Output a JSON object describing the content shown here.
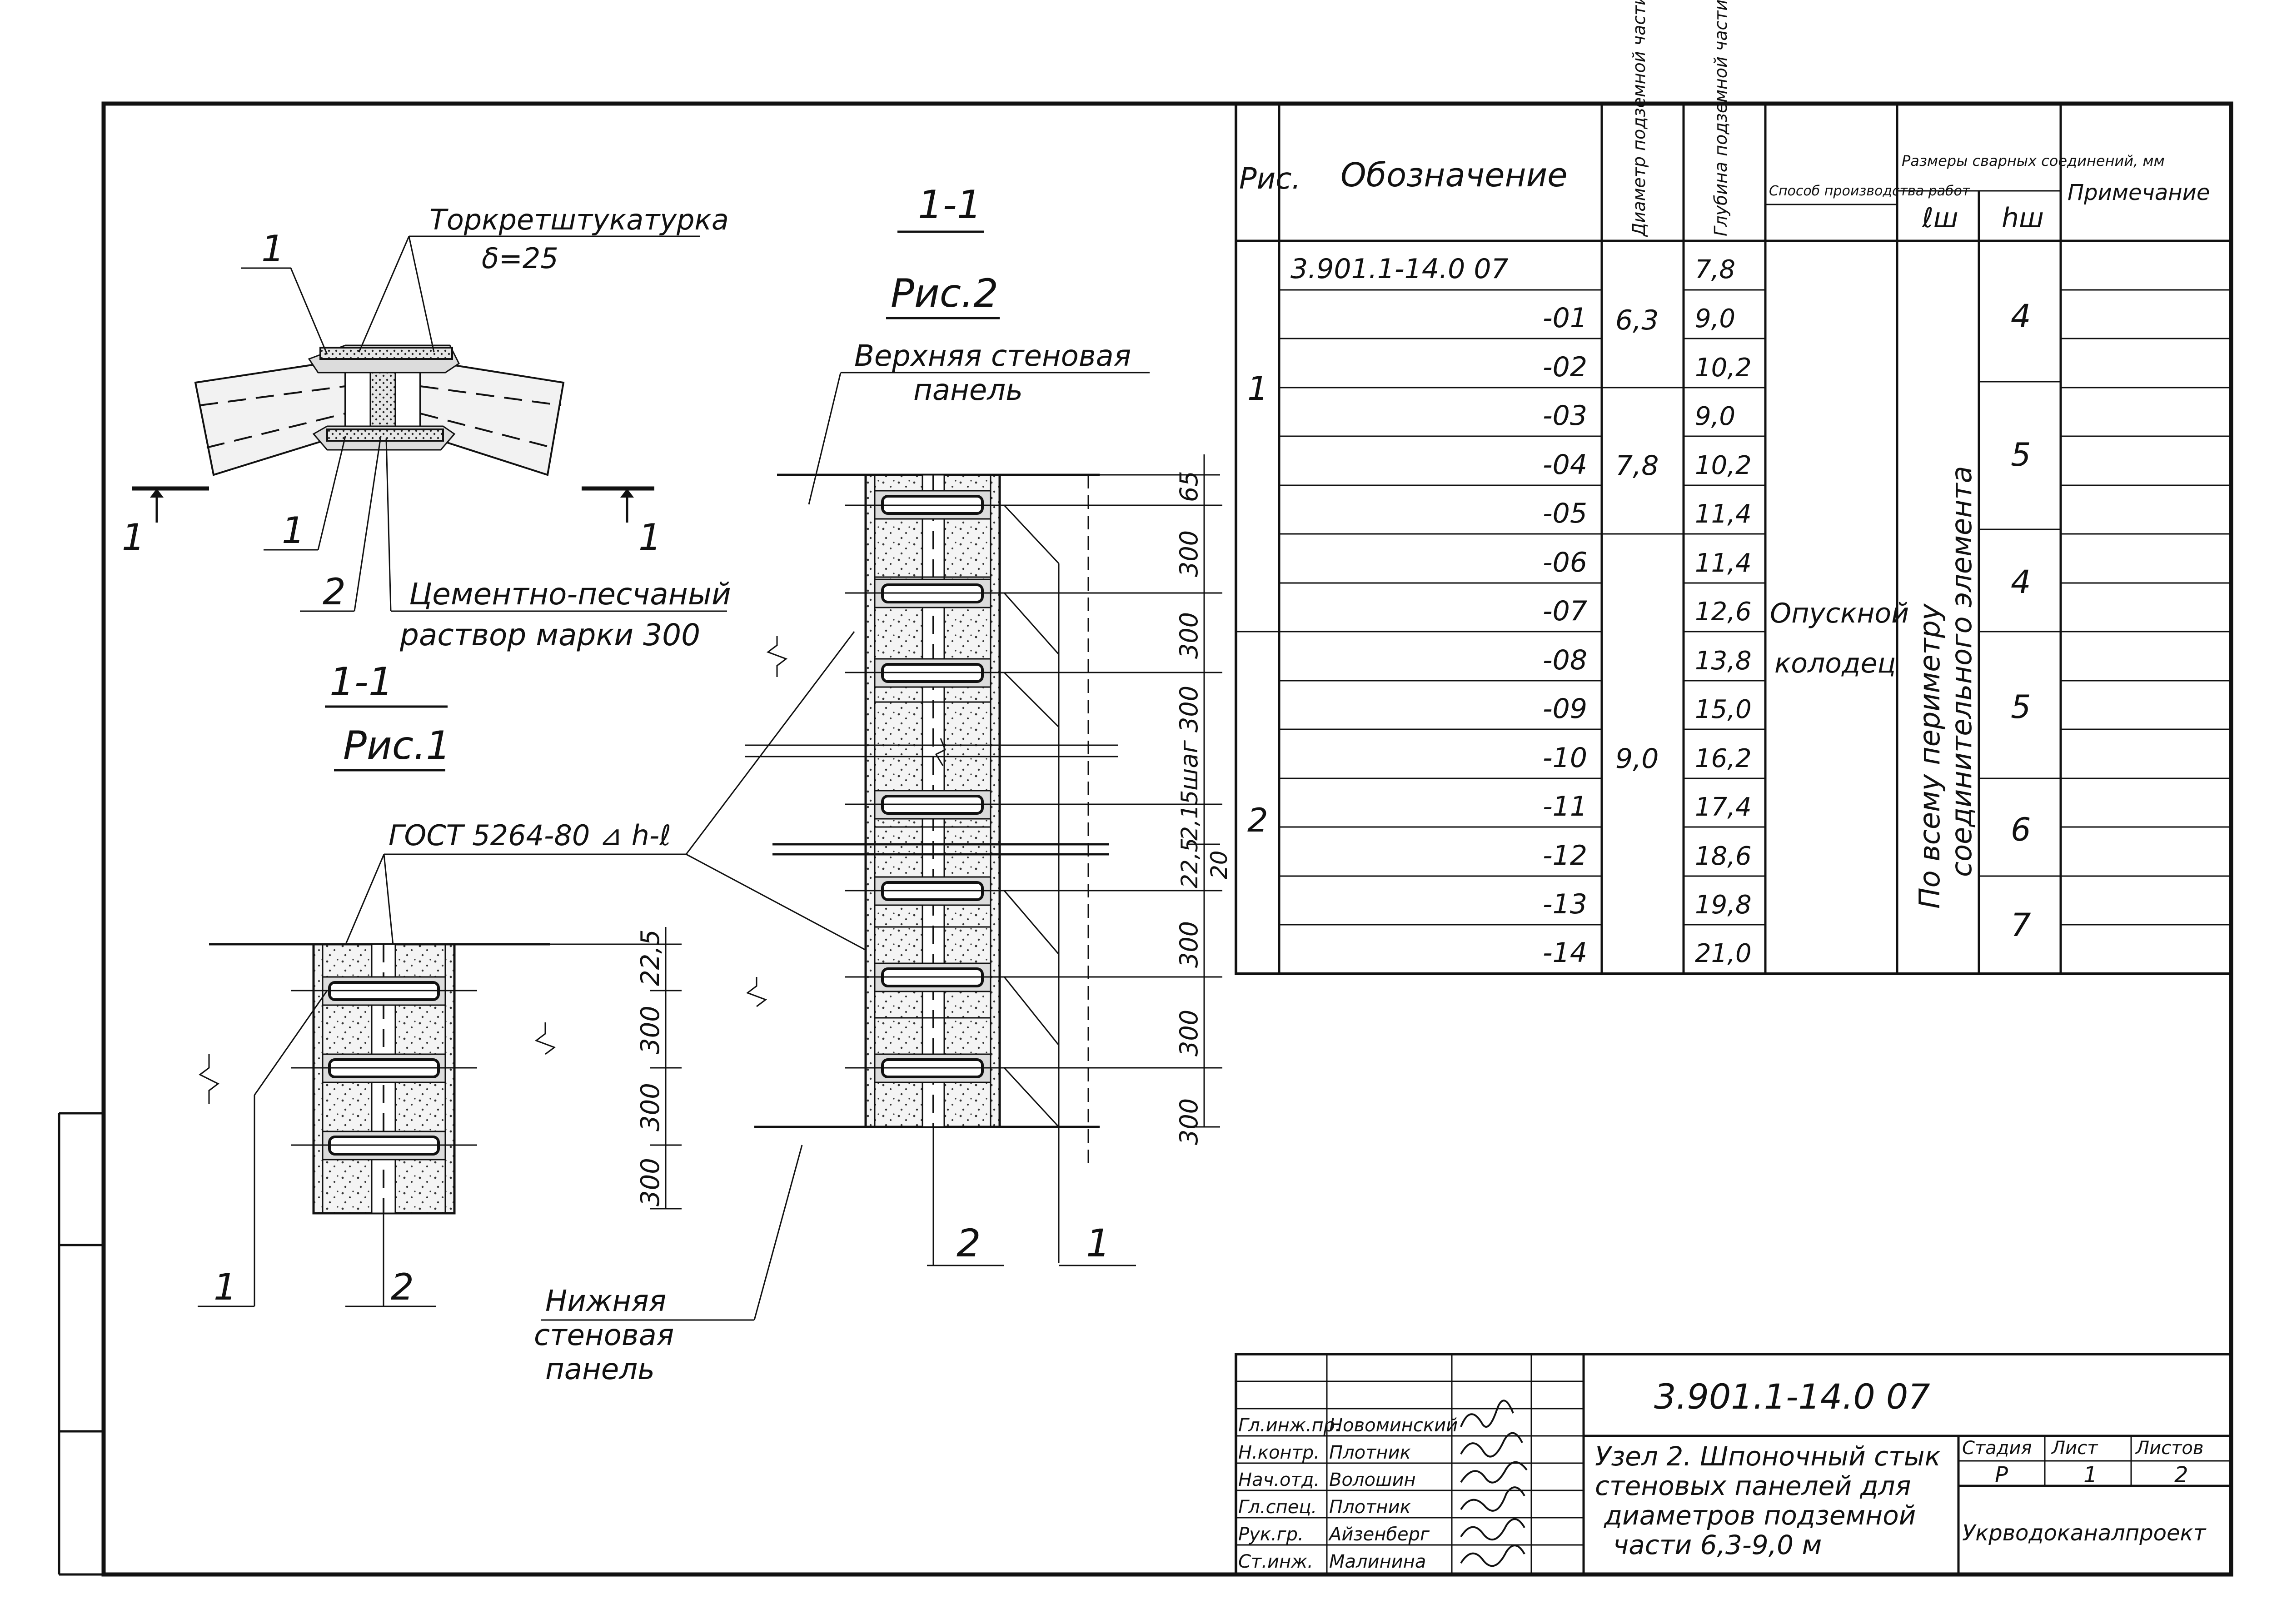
{
  "drawing": {
    "fig1": {
      "plan_callouts": {
        "shotcrete": "Торкретштукатурка",
        "shotcrete_thickness": "δ=25",
        "mortar_line1": "Цементно-песчаный",
        "mortar_line2": "раствор марки 300",
        "item_1a": "1",
        "item_1b": "1",
        "item_2": "2",
        "cut_left": "1",
        "cut_right": "1"
      },
      "section_mark": "1-1",
      "caption": "Рис.1",
      "weld_note": "ГОСТ 5264-80 ⊿ h-ℓ",
      "dims": [
        "22,5",
        "300",
        "300",
        "300"
      ],
      "item_1": "1",
      "item_2": "2"
    },
    "fig2": {
      "section_mark": "1-1",
      "caption": "Рис.2",
      "upper_panel_line1": "Верхняя стеновая",
      "upper_panel_line2": "панель",
      "lower_panel_line1": "Нижняя",
      "lower_panel_line2": "стеновая",
      "lower_panel_line3": "панель",
      "dims": [
        "65",
        "300",
        "300",
        "шаг 300",
        "2,15",
        "22,5",
        "300",
        "300",
        "300"
      ],
      "dim_20": "20",
      "item_1": "1",
      "item_2": "2"
    }
  },
  "spec_table": {
    "headers": {
      "fig": "Рис.",
      "designation": "Обозначение",
      "diameter": "Диаметр подземной части,м",
      "depth": "Глубина подземной части,м",
      "method": "Способ производства работ",
      "weld_sizes": "Размеры сварных соединений, мм",
      "lw": "ℓш",
      "hw": "hш",
      "note": "Примечание"
    },
    "rows": [
      {
        "designation": "3.901.1-14.0  07",
        "depth": "7,8"
      },
      {
        "designation": "-01",
        "depth": "9,0"
      },
      {
        "designation": "-02",
        "depth": "10,2"
      },
      {
        "designation": "-03",
        "depth": "9,0"
      },
      {
        "designation": "-04",
        "depth": "10,2"
      },
      {
        "designation": "-05",
        "depth": "11,4"
      },
      {
        "designation": "-06",
        "depth": "11,4"
      },
      {
        "designation": "-07",
        "depth": "12,6"
      },
      {
        "designation": "-08",
        "depth": "13,8"
      },
      {
        "designation": "-09",
        "depth": "15,0"
      },
      {
        "designation": "-10",
        "depth": "16,2"
      },
      {
        "designation": "-11",
        "depth": "17,4"
      },
      {
        "designation": "-12",
        "depth": "18,6"
      },
      {
        "designation": "-13",
        "depth": "19,8"
      },
      {
        "designation": "-14",
        "depth": "21,0"
      }
    ],
    "fig_groups": [
      "1",
      "2"
    ],
    "diameter_groups": [
      "6,3",
      "7,8",
      "9,0"
    ],
    "method_line1": "Опускной",
    "method_line2": "колодец",
    "lw_line1": "По всему периметру",
    "lw_line2": "соединительного элемента",
    "hw_groups": [
      "4",
      "5",
      "4",
      "5",
      "6",
      "7"
    ]
  },
  "title_block": {
    "doc_code": "3.901.1-14.0  07",
    "title_line1": "Узел 2. Шпоночный стык",
    "title_line2": "стеновых панелей для",
    "title_line3": "диаметров подземной",
    "title_line4": "части 6,3-9,0 м",
    "stage_label": "Стадия",
    "sheet_label": "Лист",
    "sheets_label": "Листов",
    "stage": "Р",
    "sheet": "1",
    "sheets": "2",
    "organization": "Укрводоканалпроект",
    "signers": [
      {
        "role": "Гл.инж.пр.",
        "name": "Новоминский"
      },
      {
        "role": "Н.контр.",
        "name": "Плотник"
      },
      {
        "role": "Нач.отд.",
        "name": "Волошин"
      },
      {
        "role": "Гл.спец.",
        "name": "Плотник"
      },
      {
        "role": "Рук.гр.",
        "name": "Айзенберг"
      },
      {
        "role": "Ст.инж.",
        "name": "Малинина"
      }
    ]
  }
}
